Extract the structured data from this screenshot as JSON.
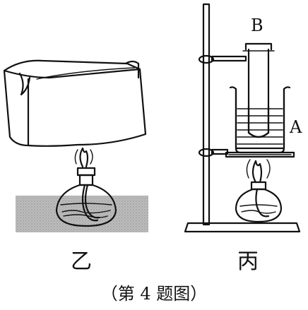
{
  "labels": {
    "left_figure": "乙",
    "right_figure": "丙",
    "tube_label": "B",
    "beaker_label": "A",
    "caption": "（第 4 题图）"
  }
}
